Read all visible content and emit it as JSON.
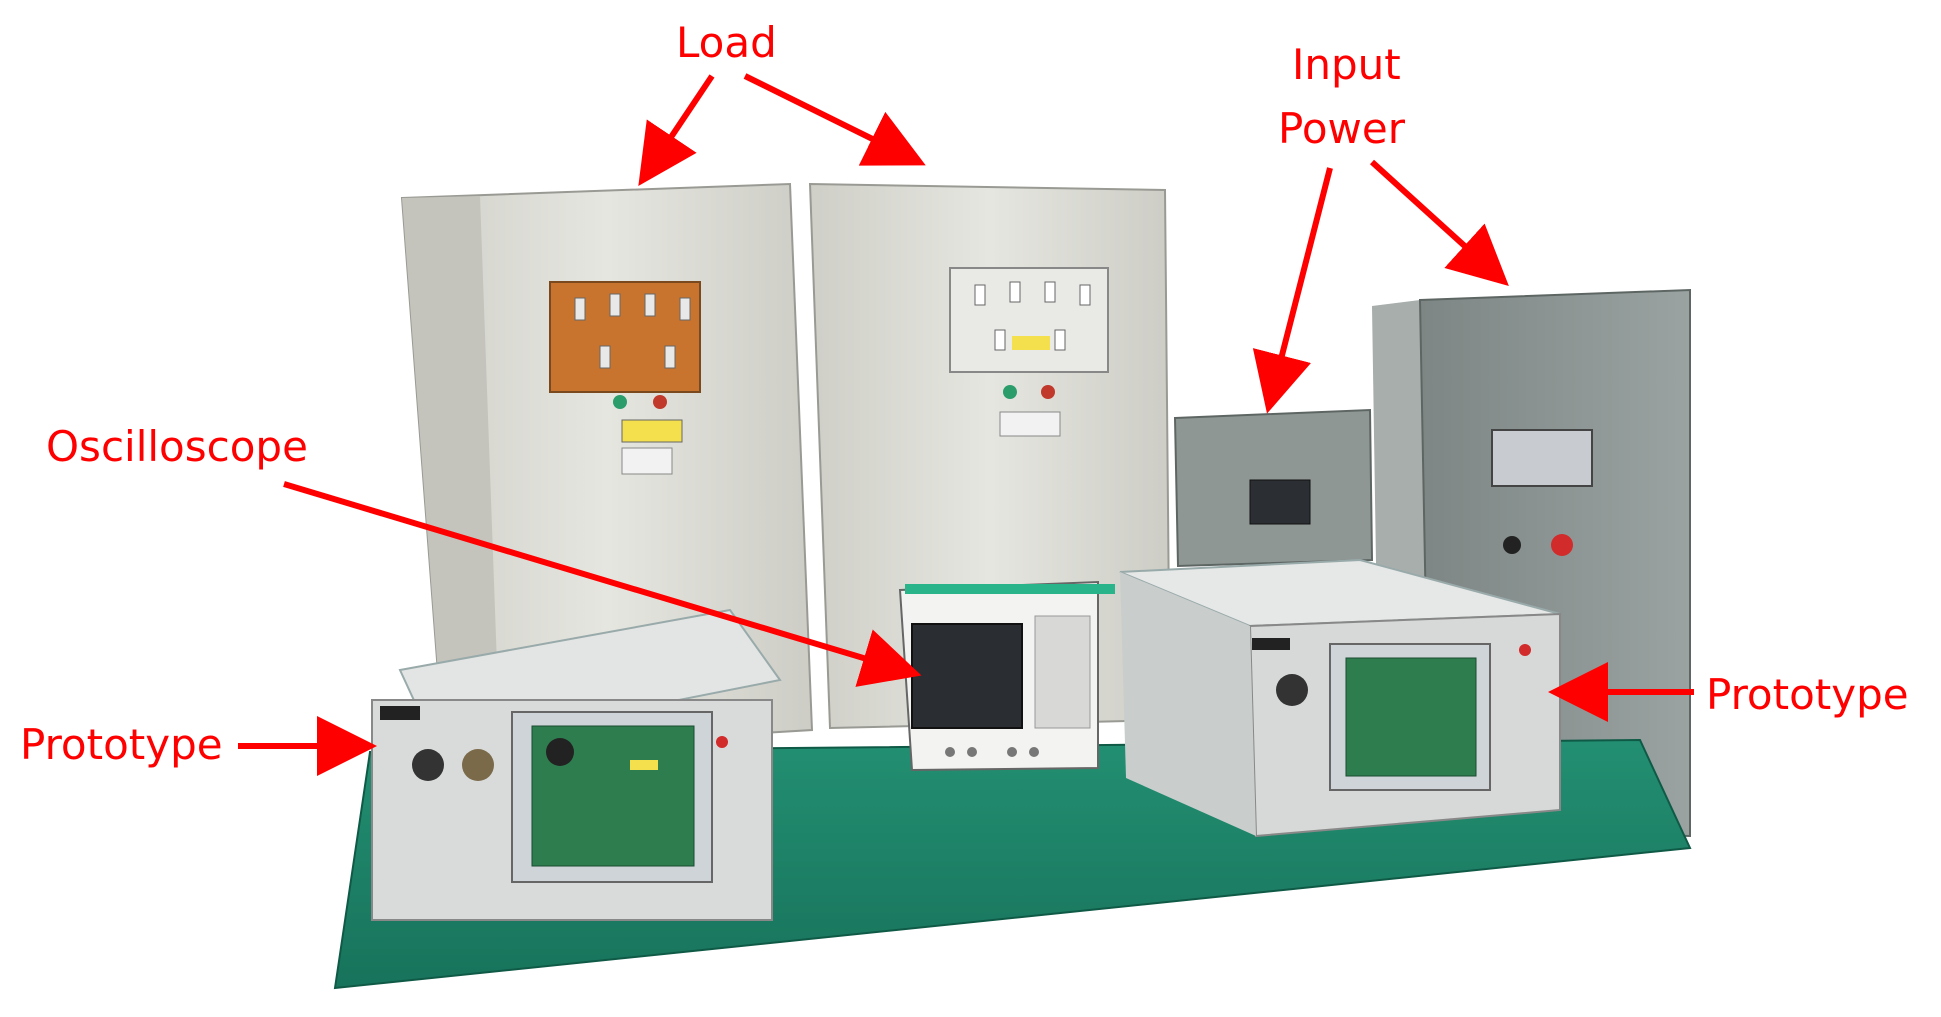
{
  "labels": {
    "load": "Load",
    "input_power_line1": "Input",
    "input_power_line2": "Power",
    "oscilloscope": "Oscilloscope",
    "prototype_left": "Prototype",
    "prototype_right": "Prototype"
  },
  "colors": {
    "annotation": "#ff0000",
    "bench": "#1f8a6e",
    "cabinet": "#dcdcd6",
    "cabinet_right": "#8e9694",
    "orange_panel": "#c8742e"
  }
}
